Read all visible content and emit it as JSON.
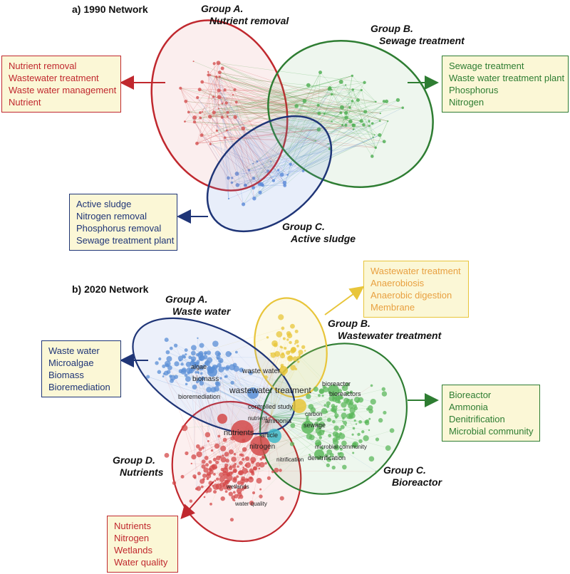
{
  "colors": {
    "red": "#c0282e",
    "green": "#2e7d32",
    "blue": "#1f3577",
    "yellow": "#e8c53a",
    "orange": "#e8a040",
    "box_fill": "#fbf7d6"
  },
  "panel_a": {
    "title": "a) 1990 Network",
    "groups": [
      {
        "id": "A",
        "line1": "Group A.",
        "line2": "Nutrient removal",
        "color": "#c0282e",
        "keywords": [
          "Nutrient removal",
          "Wastewater treatment",
          "Waste water management",
          "Nutrient"
        ]
      },
      {
        "id": "B",
        "line1": "Group B.",
        "line2": "Sewage treatment",
        "color": "#2e7d32",
        "keywords": [
          "Sewage treatment",
          "Waste water treatment plant",
          "Phosphorus",
          "Nitrogen"
        ]
      },
      {
        "id": "C",
        "line1": "Group C.",
        "line2": "Active sludge",
        "color": "#1f3577",
        "keywords": [
          "Active sludge",
          "Nitrogen removal",
          "Phosphorus removal",
          "Sewage treatment plant"
        ]
      }
    ]
  },
  "panel_b": {
    "title": "b) 2020 Network",
    "groups": [
      {
        "id": "A",
        "line1": "Group A.",
        "line2": "Waste water",
        "color": "#1f3577",
        "keywords": [
          "Waste water",
          "Microalgae",
          "Biomass",
          "Bioremediation"
        ]
      },
      {
        "id": "B",
        "line1": "Group B.",
        "line2": "Wastewater treatment",
        "color": "#e8a040",
        "keywords": [
          "Wastewater treatment",
          "Anaerobiosis",
          "Anaerobic digestion",
          "Membrane"
        ]
      },
      {
        "id": "C",
        "line1": "Group C.",
        "line2": "Bioreactor",
        "color": "#2e7d32",
        "keywords": [
          "Bioreactor",
          "Ammonia",
          "Denitrification",
          "Microbial community"
        ]
      },
      {
        "id": "D",
        "line1": "Group D.",
        "line2": "Nutrients",
        "color": "#c0282e",
        "keywords": [
          "Nutrients",
          "Nitrogen",
          "Wetlands",
          "Water quality"
        ]
      }
    ],
    "node_labels": [
      "wastewater treatment",
      "nutrients",
      "nitrogen",
      "nitrification",
      "waste water",
      "biomass",
      "algae",
      "bioreactor",
      "sewage",
      "ammonia",
      "controlled study",
      "bioreactors",
      "denitrification",
      "microbial community",
      "article",
      "bioremediation",
      "nutrient",
      "wetlands",
      "water quality",
      "carbon"
    ]
  }
}
